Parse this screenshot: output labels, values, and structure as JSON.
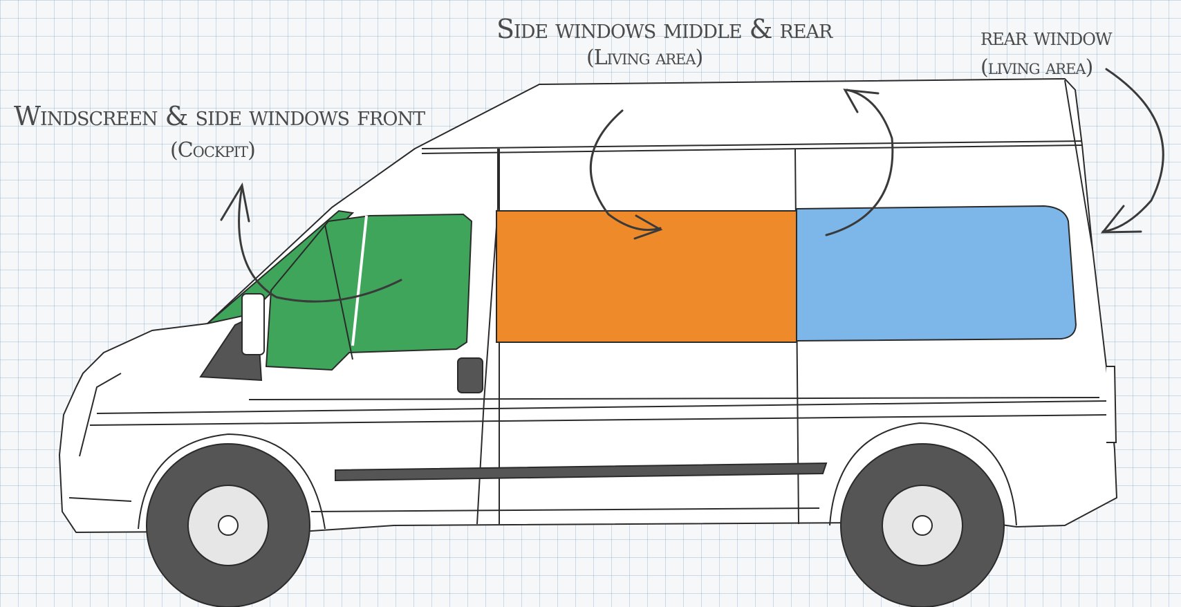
{
  "labels": {
    "cockpit": {
      "title": "Windscreen & side windows front",
      "subtitle": "(Cockpit)"
    },
    "side": {
      "title": "Side windows middle & rear",
      "subtitle": "(Living area)"
    },
    "rear": {
      "title": "rear window",
      "subtitle": "(living area)"
    }
  },
  "colors": {
    "cockpit": "#3ea55a",
    "middle": "#ee8a2a",
    "rear": "#7db6e8",
    "line": "#2a2a2a",
    "tire": "#555555",
    "paper": "#f6f7f9",
    "grid": "#a9c3dd"
  }
}
